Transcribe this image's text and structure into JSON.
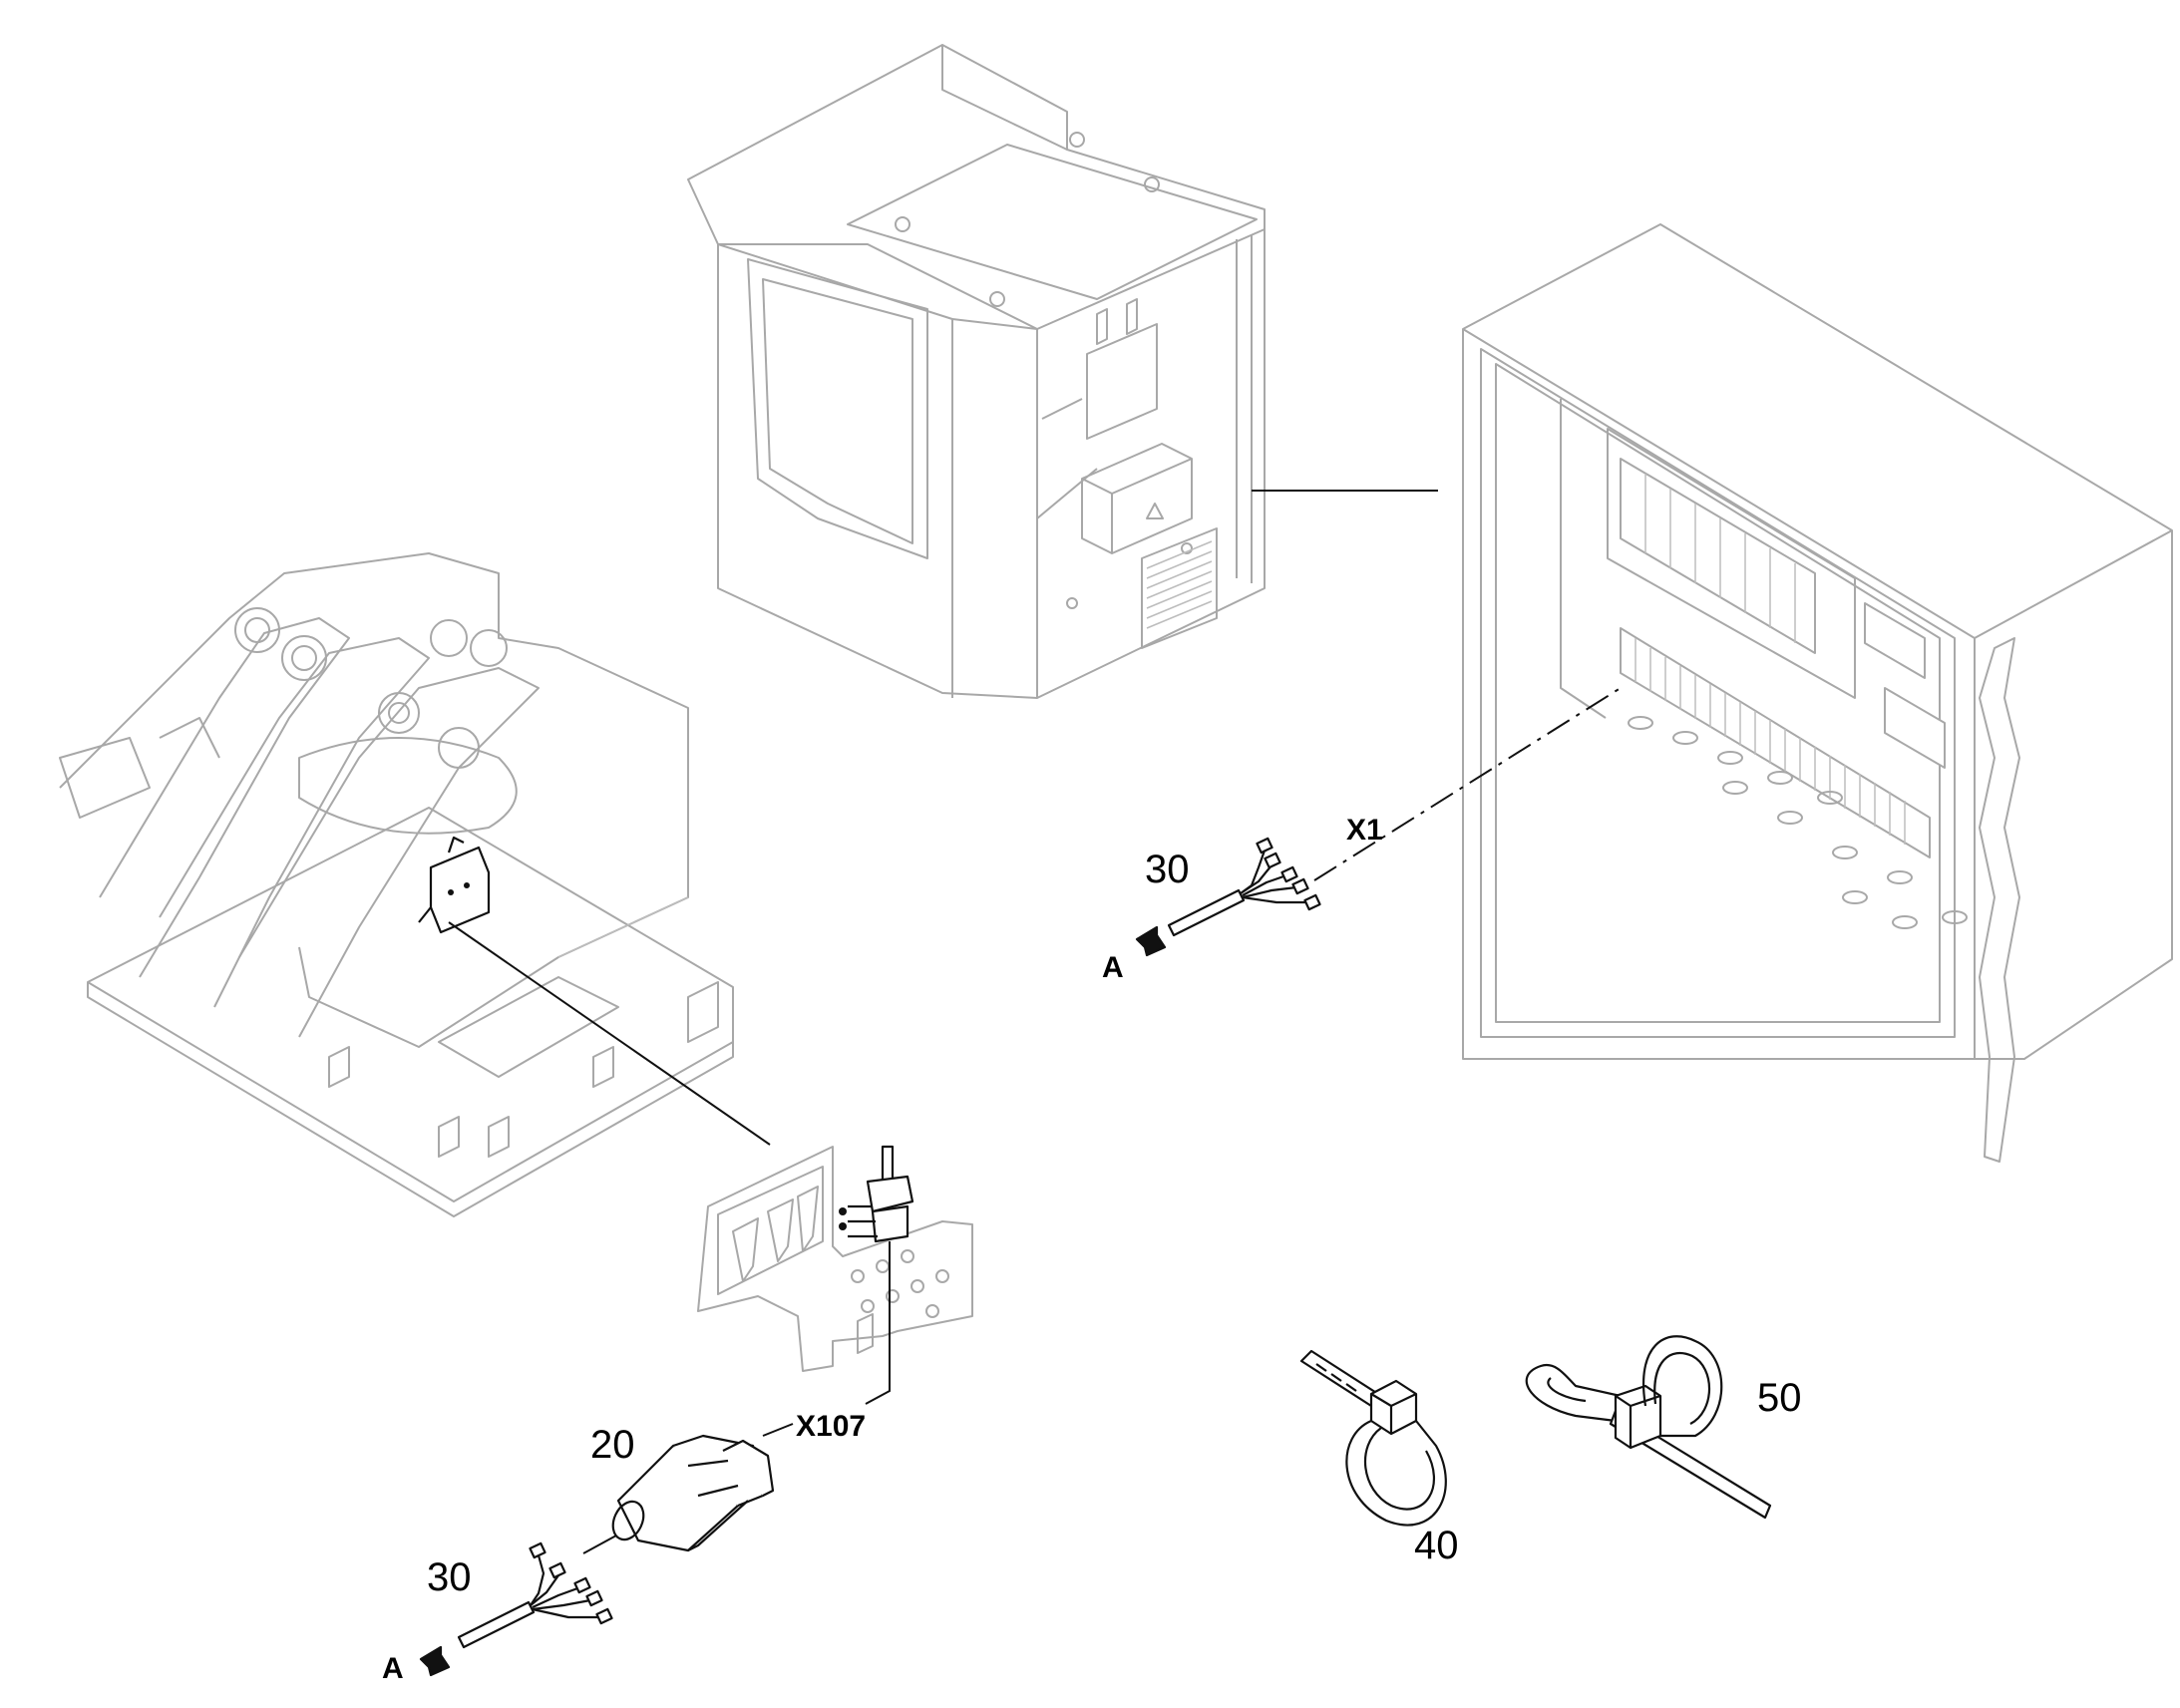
{
  "callouts": {
    "cable_right_num": "30",
    "cable_right_ref": "X1",
    "cable_right_arrow": "A",
    "connector_num": "20",
    "connector_ref": "X107",
    "cable_left_num": "30",
    "cable_left_arrow": "A",
    "cable_tie_num": "40",
    "tie_mount_num": "50"
  },
  "icons": {
    "arrow": "arrow-direction-icon",
    "warning": "warning-triangle-icon"
  },
  "colors": {
    "linework_context": "#a8a8a8",
    "linework_parts": "#111111",
    "background": "#ffffff"
  }
}
